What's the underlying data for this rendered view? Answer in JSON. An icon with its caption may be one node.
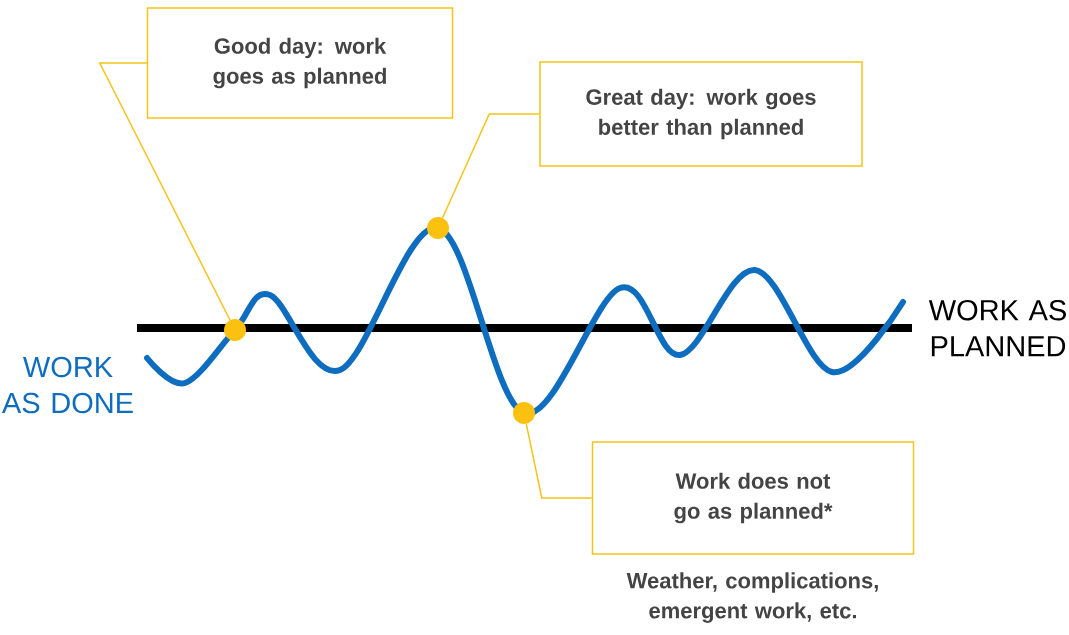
{
  "diagram": {
    "nodes": [
      {
        "text": [
          "Good day: work goes as planned"
        ]
      },
      {
        "text": [
          "Great day: work goes better than planned"
        ]
      },
      {
        "text": [
          "Work does not go as planned*"
        ],
        "beside": [
          "Weather, complications, emergent work, etc."
        ]
      },
      {
        "text": [],
        "shape": "circle"
      },
      {
        "text": [],
        "shape": "circle"
      },
      {
        "text": [],
        "shape": "circle"
      }
    ],
    "edges": [
      {
        "from": 0,
        "to": 3,
        "arrow": "none"
      },
      {
        "from": 1,
        "to": 4,
        "arrow": "none"
      },
      {
        "from": 2,
        "to": 5,
        "arrow": "none"
      }
    ],
    "labels": [
      "WORK AS DONE",
      "WORK AS PLANNED"
    ]
  }
}
